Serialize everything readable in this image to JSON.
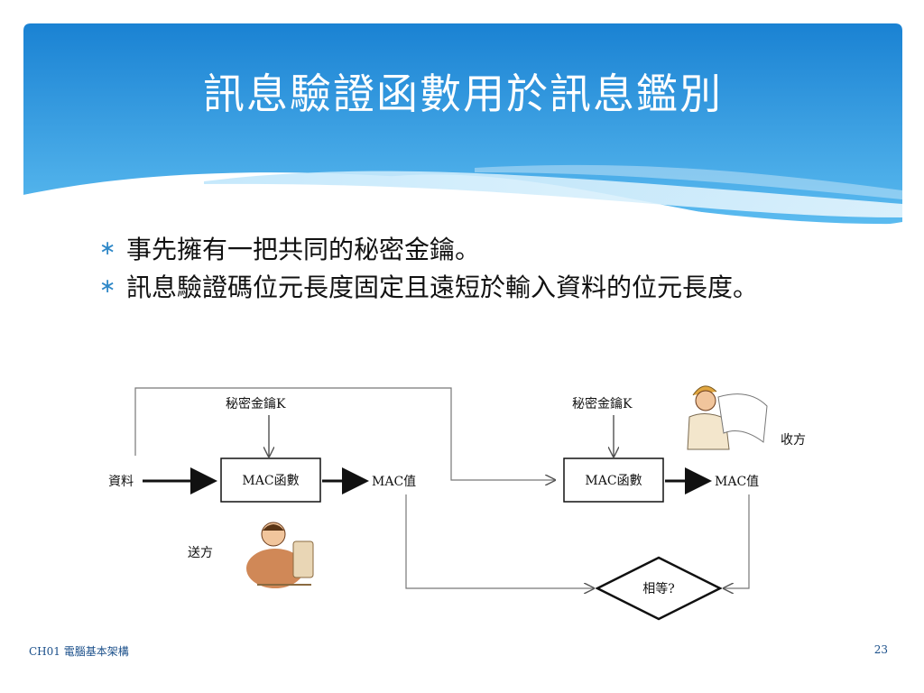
{
  "slide": {
    "title": "訊息驗證函數用於訊息鑑別",
    "bullets": [
      "事先擁有一把共同的秘密金鑰。",
      "訊息驗證碼位元長度固定且遠短於輸入資料的位元長度。"
    ]
  },
  "diagram": {
    "key_left": "秘密金鑰K",
    "key_right": "秘密金鑰K",
    "data_label": "資料",
    "mac_fn_left": "MAC函數",
    "mac_fn_right": "MAC函數",
    "mac_val_left": "MAC值",
    "mac_val_right": "MAC值",
    "sender": "送方",
    "receiver": "收方",
    "compare": "相等?"
  },
  "footer": {
    "chapter": "CH01 電腦基本架構",
    "page": "23"
  },
  "colors": {
    "banner_top": "#1e88d6",
    "banner_bottom": "#6cc4f2",
    "bullet": "#2f88c8",
    "footer": "#1a4f8a"
  }
}
